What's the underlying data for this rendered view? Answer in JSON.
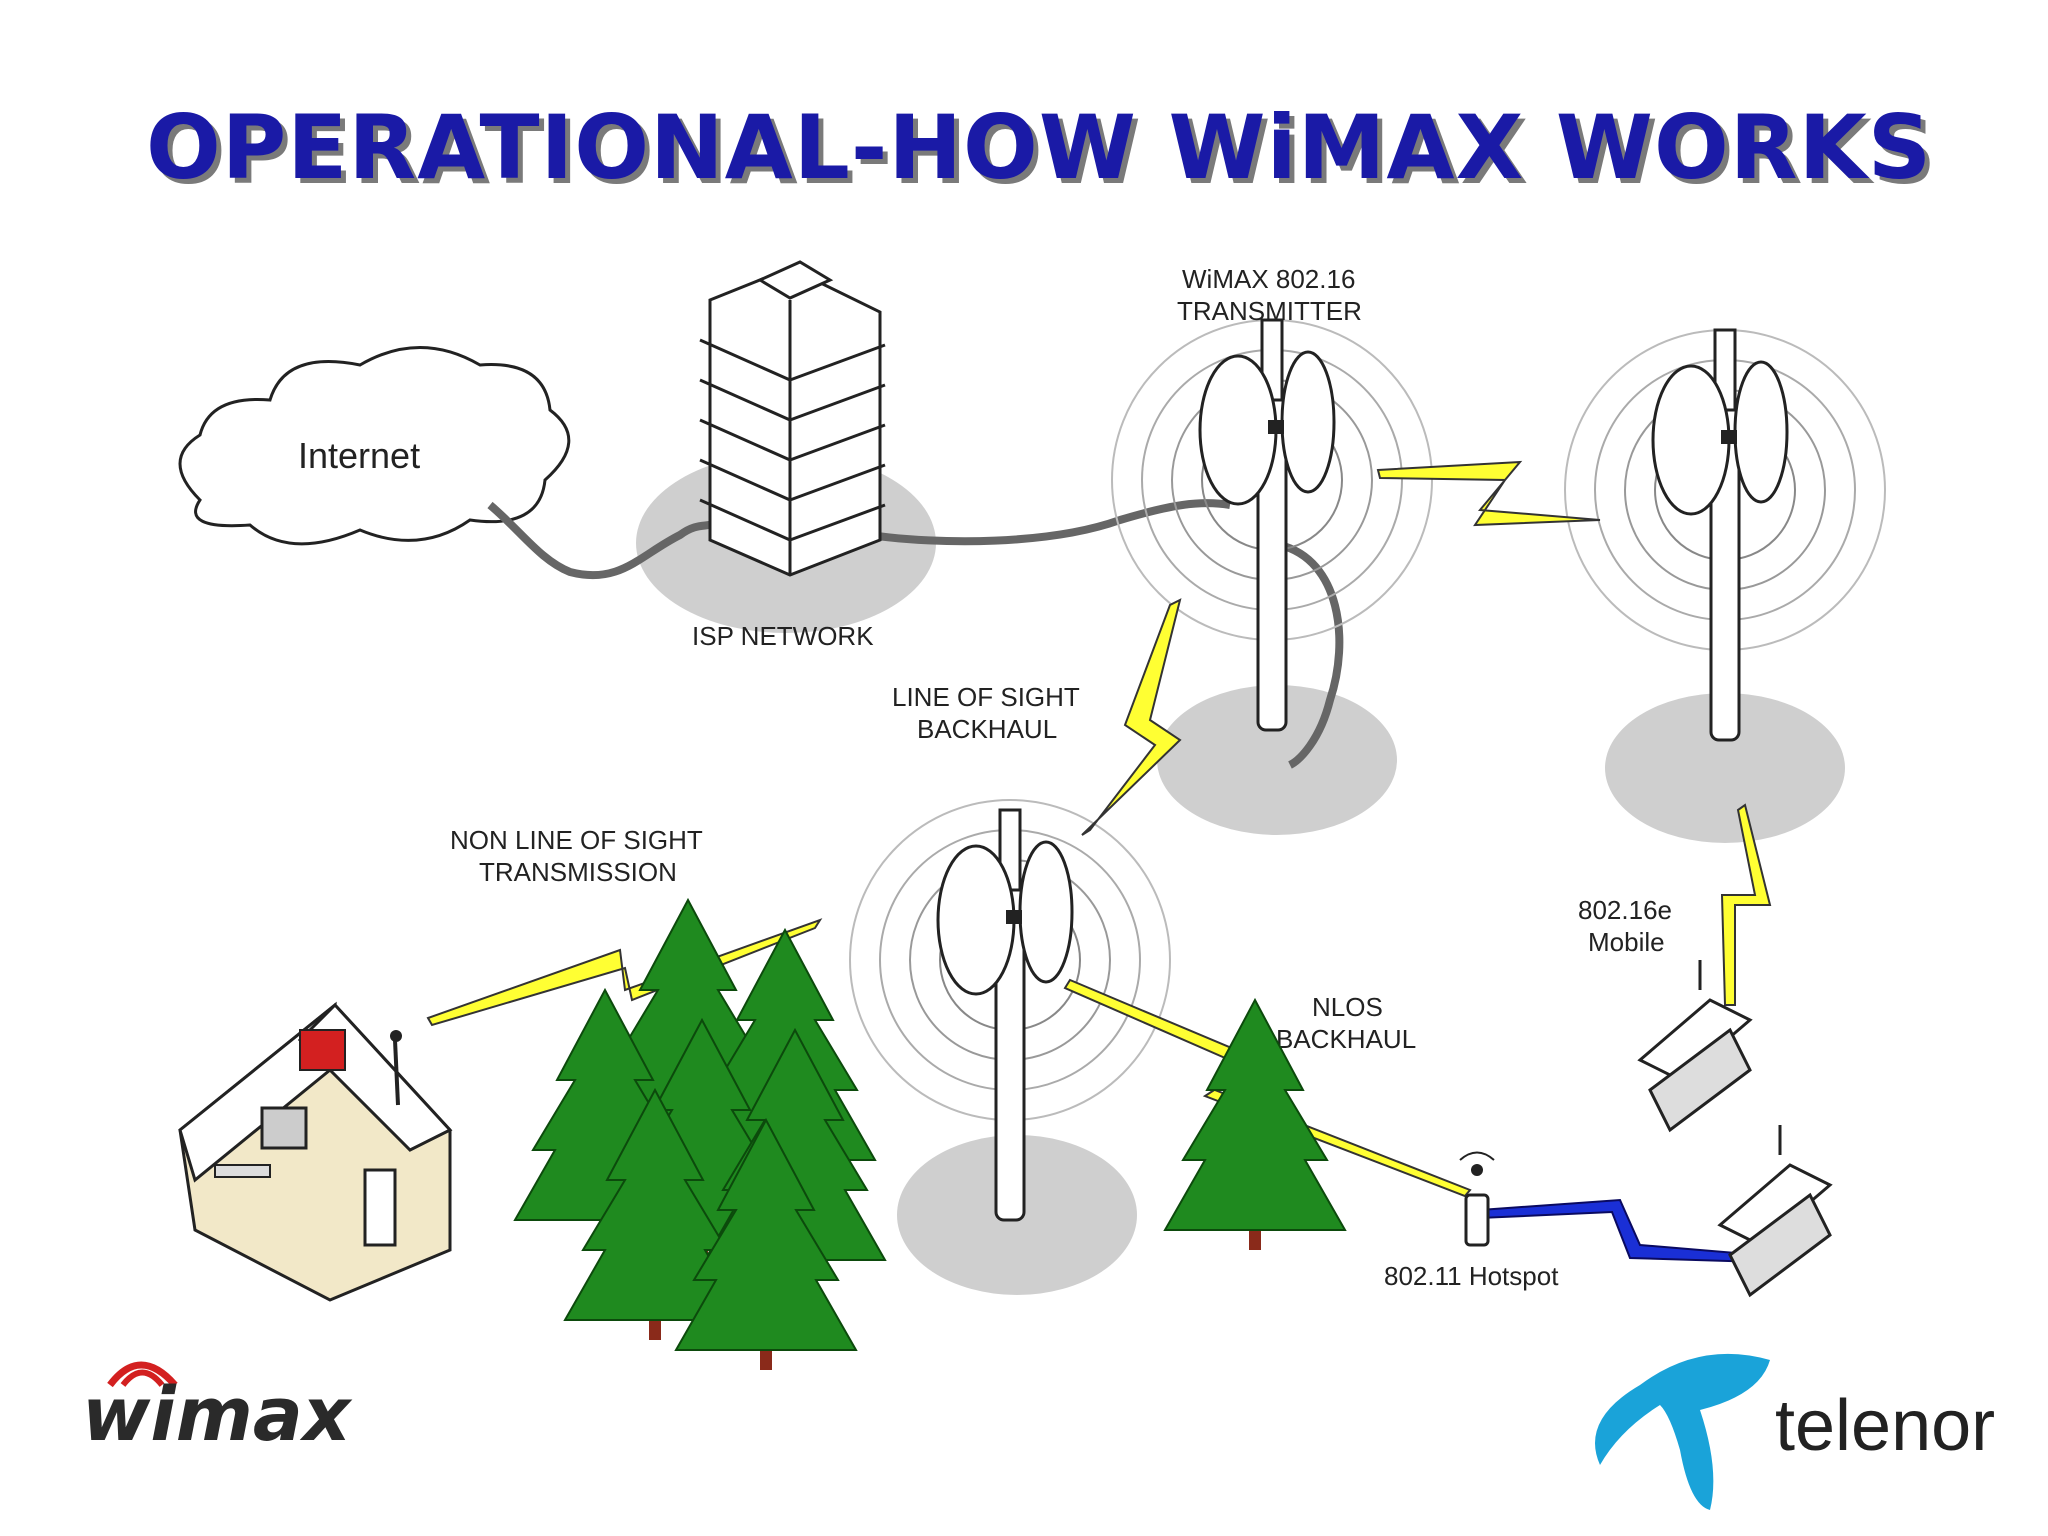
{
  "title": "OPERATIONAL-HOW WiMAX WORKS",
  "labels": {
    "internet": "Internet",
    "isp_network": "ISP NETWORK",
    "transmitter_line1": "WiMAX 802.16",
    "transmitter_line2": "TRANSMITTER",
    "los_line1": "LINE OF SIGHT",
    "los_line2": "BACKHAUL",
    "nlos_tx_line1": "NON LINE OF SIGHT",
    "nlos_tx_line2": "TRANSMISSION",
    "nlos_bh_line1": "NLOS",
    "nlos_bh_line2": "BACKHAUL",
    "mobile_line1": "802.16e",
    "mobile_line2": "Mobile",
    "hotspot": "802.11 Hotspot"
  },
  "logos": {
    "wimax": "wimax",
    "telenor": "telenor"
  },
  "colors": {
    "title": "#1a1aa6",
    "link_yellow": "#ffff33",
    "link_blue": "#1a2fd6",
    "tree_green": "#1f8a1f",
    "telenor_blue": "#1aa3d9",
    "wimax_red": "#d32020"
  }
}
